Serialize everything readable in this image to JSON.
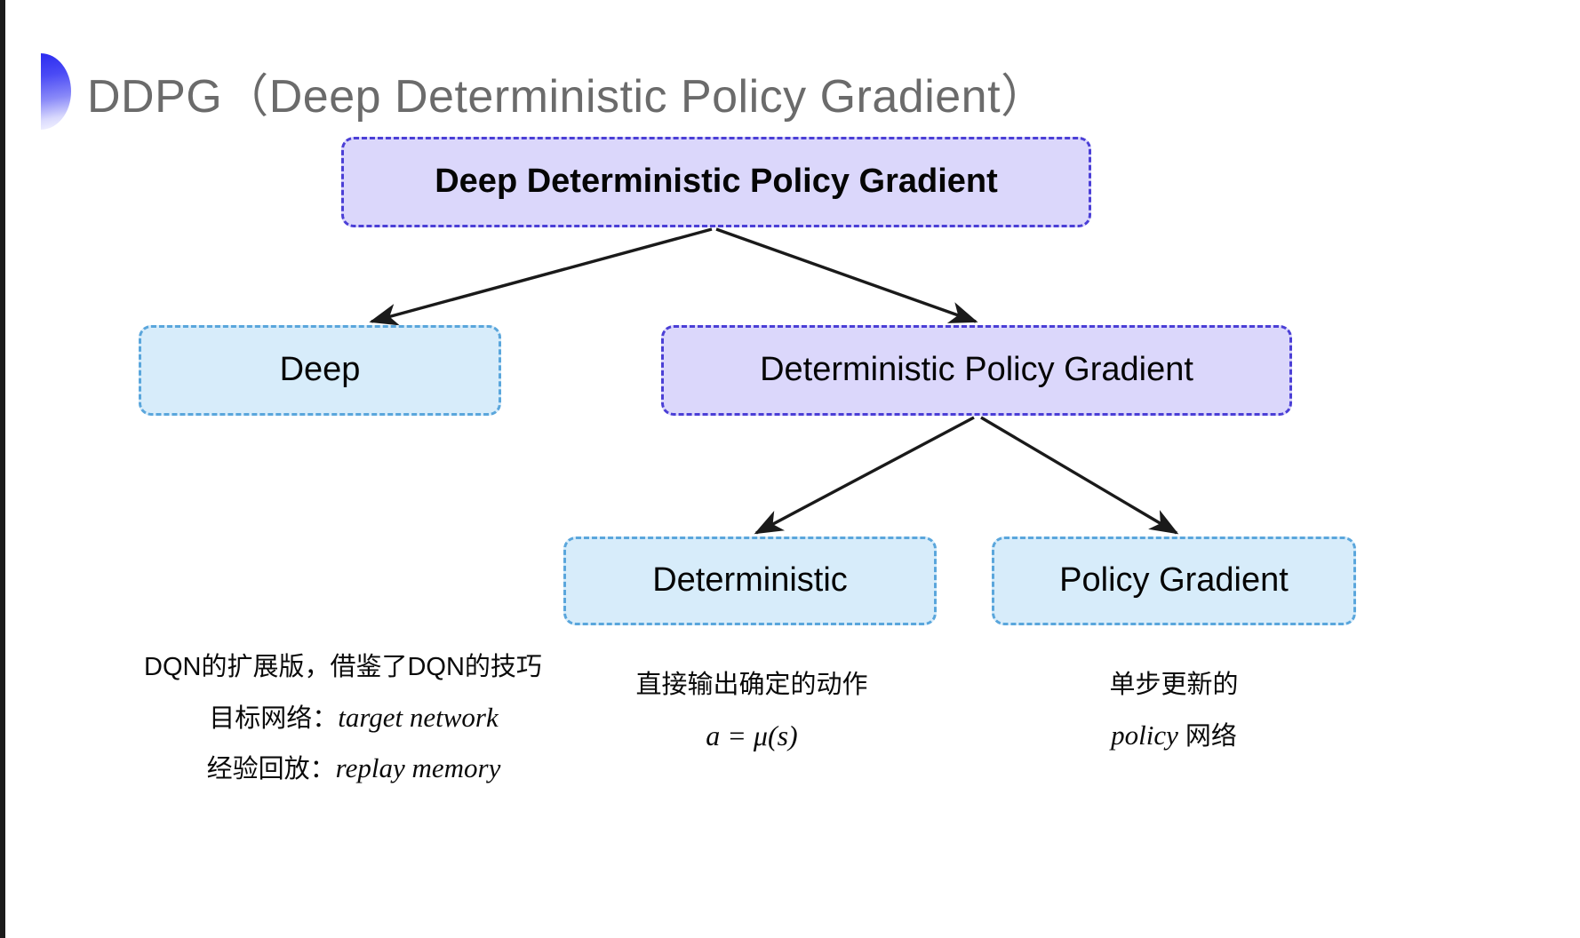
{
  "slide": {
    "title": "DDPG（Deep Deterministic Policy Gradient）",
    "bullet_icon": "half-circle-gradient-icon",
    "background_color": "#ffffff",
    "title_color": "#6b6b6b",
    "accent_color": "#2b2bf0"
  },
  "diagram": {
    "type": "tree",
    "node_styles": {
      "purple_fill": "#dbd7fb",
      "purple_border": "#4b3fd6",
      "blue_fill": "#d7ecfa",
      "blue_border": "#5aa6dc",
      "arrow_color": "#1a1a1a"
    },
    "nodes": [
      {
        "id": "root",
        "label": "Deep Deterministic Policy Gradient",
        "style": "purple",
        "level": 0
      },
      {
        "id": "deep",
        "label": "Deep",
        "style": "blue",
        "level": 1
      },
      {
        "id": "dpg",
        "label": "Deterministic Policy Gradient",
        "style": "purple",
        "level": 1
      },
      {
        "id": "deterministic",
        "label": "Deterministic",
        "style": "blue",
        "level": 2
      },
      {
        "id": "policy_gradient",
        "label": "Policy Gradient",
        "style": "blue",
        "level": 2
      }
    ],
    "edges": [
      {
        "from": "root",
        "to": "deep"
      },
      {
        "from": "root",
        "to": "dpg"
      },
      {
        "from": "dpg",
        "to": "deterministic"
      },
      {
        "from": "dpg",
        "to": "policy_gradient"
      }
    ]
  },
  "captions": {
    "deep": {
      "line1": "DQN的扩展版，借鉴了DQN的技巧",
      "line2_label": "目标网络：",
      "line2_term": "target network",
      "line3_label": "经验回放：",
      "line3_term": "replay memory"
    },
    "deterministic": {
      "line1": "直接输出确定的动作",
      "formula": "a = μ(s)"
    },
    "policy_gradient": {
      "line1": "单步更新的",
      "line2_term": "policy",
      "line2_suffix": " 网络"
    }
  }
}
